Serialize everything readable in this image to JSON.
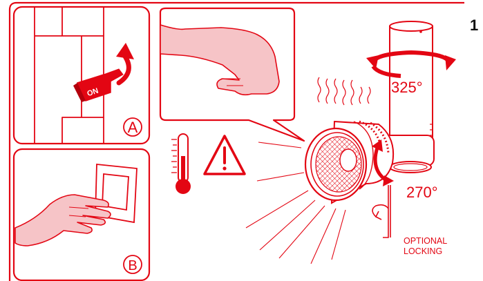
{
  "page_number": "1",
  "panel_a": {
    "switch_label": "ON",
    "badge": "A"
  },
  "panel_b": {
    "badge": "B"
  },
  "rotation_vertical": "325°",
  "rotation_tilt": "270°",
  "locking_label_line1": "OPTIONAL",
  "locking_label_line2": "LOCKING",
  "colors": {
    "accent": "#e30613",
    "skin": "#f4b9bd",
    "line": "#e30613"
  },
  "icons": [
    "thermometer-icon",
    "warning-triangle-icon",
    "heat-waves-icon",
    "rotation-arrow-icon",
    "allen-key-icon"
  ]
}
